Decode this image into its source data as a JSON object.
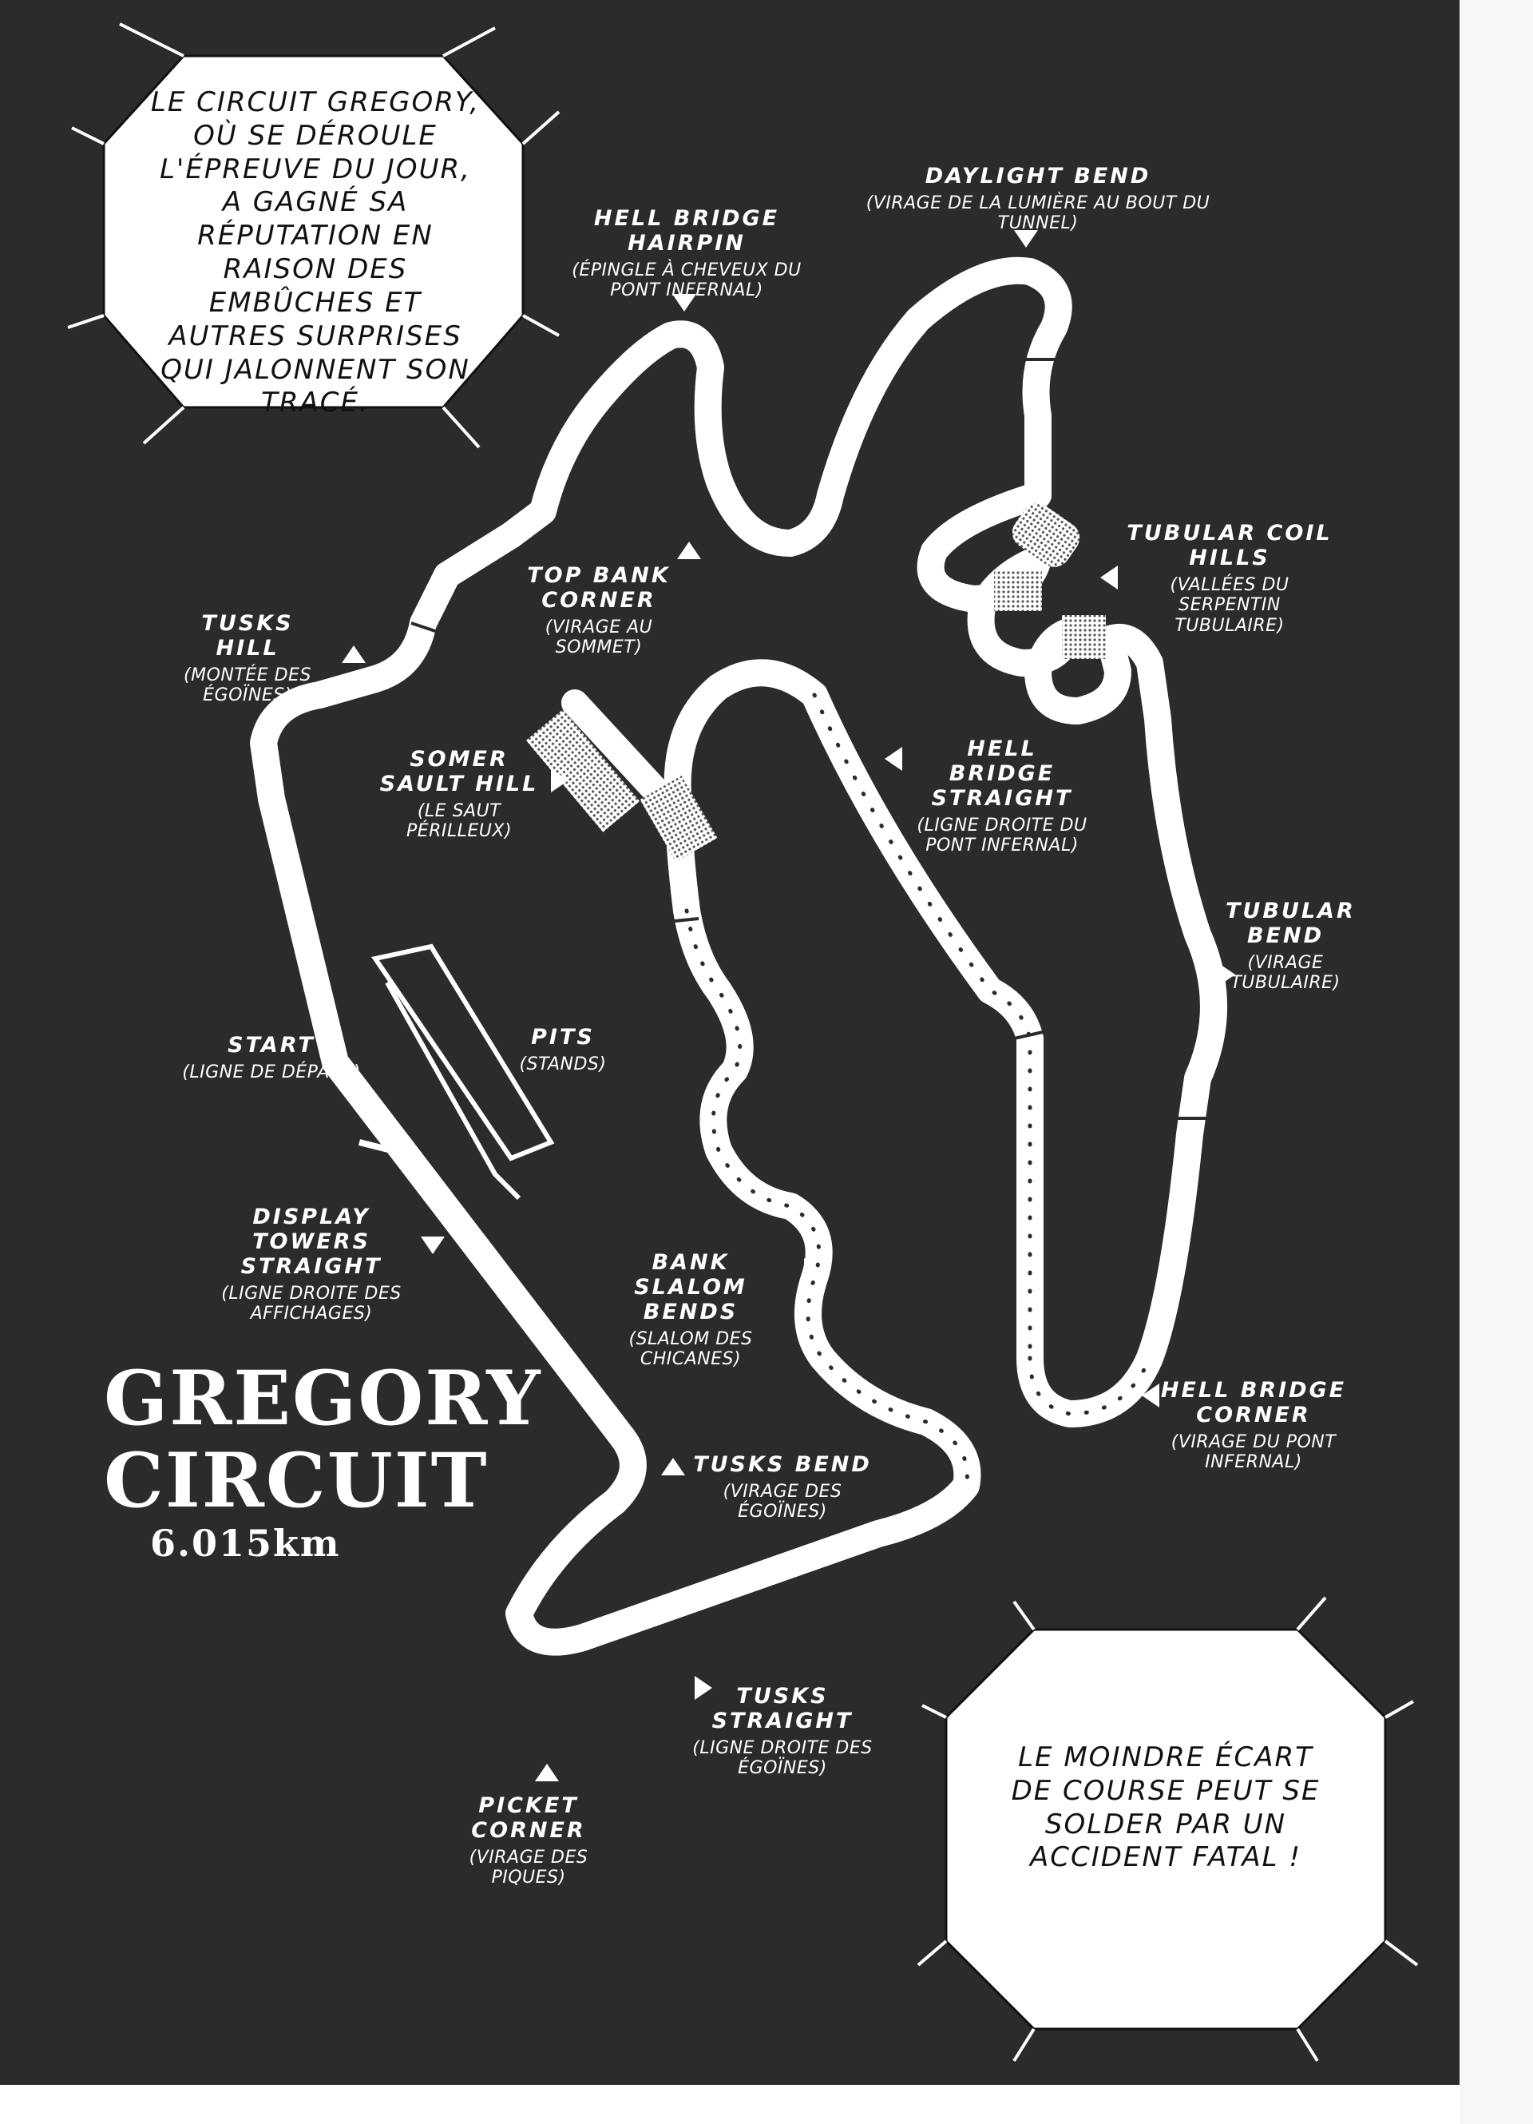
{
  "bubbles": {
    "top_left": "LE CIRCUIT GREGORY, OÙ SE DÉROULE L'ÉPREUVE DU JOUR, A GAGNÉ SA RÉPUTATION EN RAISON DES EMBÛCHES ET AUTRES SURPRISES QUI JALONNENT SON TRACÉ.",
    "bottom_right": "LE MOINDRE ÉCART DE COURSE PEUT SE SOLDER PAR UN ACCIDENT FATAL !"
  },
  "circuit": {
    "title_line1": "GREGORY",
    "title_line2": "CIRCUIT",
    "length": "6.015km"
  },
  "labels": {
    "daylight_bend": {
      "en": "DAYLIGHT BEND",
      "fr": "(VIRAGE DE LA LUMIÈRE AU BOUT DU TUNNEL)"
    },
    "hell_bridge_hairpin": {
      "en": "HELL BRIDGE HAIRPIN",
      "fr": "(ÉPINGLE À CHEVEUX DU PONT INFERNAL)"
    },
    "tubular_coil_hills": {
      "en": "TUBULAR COIL HILLS",
      "fr": "(VALLÉES DU SERPENTIN TUBULAIRE)"
    },
    "top_bank_corner": {
      "en": "TOP BANK CORNER",
      "fr": "(VIRAGE AU SOMMET)"
    },
    "tusks_hill": {
      "en": "TUSKS HILL",
      "fr": "(MONTÉE DES ÉGOÏNES)"
    },
    "somer_sault_hill": {
      "en": "SOMER SAULT HILL",
      "fr": "(LE SAUT PÉRILLEUX)"
    },
    "hell_bridge_straight": {
      "en": "HELL BRIDGE STRAIGHT",
      "fr": "(LIGNE DROITE DU PONT INFERNAL)"
    },
    "tubular_bend": {
      "en": "TUBULAR BEND",
      "fr": "(VIRAGE TUBULAIRE)"
    },
    "start": {
      "en": "START",
      "fr": "(LIGNE DE DÉPART)"
    },
    "pits": {
      "en": "PITS",
      "fr": "(STANDS)"
    },
    "display_towers_straight": {
      "en": "DISPLAY TOWERS STRAIGHT",
      "fr": "(LIGNE DROITE DES AFFICHAGES)"
    },
    "bank_slalom_bends": {
      "en": "BANK SLALOM BENDS",
      "fr": "(SLALOM DES CHICANES)"
    },
    "hell_bridge_corner": {
      "en": "HELL BRIDGE CORNER",
      "fr": "(VIRAGE DU PONT INFERNAL)"
    },
    "tusks_bend": {
      "en": "TUSKS BEND",
      "fr": "(VIRAGE DES ÉGOÏNES)"
    },
    "tusks_straight": {
      "en": "TUSKS STRAIGHT",
      "fr": "(LIGNE DROITE DES ÉGOÏNES)"
    },
    "picket_corner": {
      "en": "PICKET CORNER",
      "fr": "(VIRAGE DES PIQUES)"
    }
  },
  "colors": {
    "background": "#2b2b2b",
    "track": "#ffffff",
    "text": "#ffffff",
    "bubble_fill": "#ffffff",
    "bubble_text": "#111111"
  }
}
